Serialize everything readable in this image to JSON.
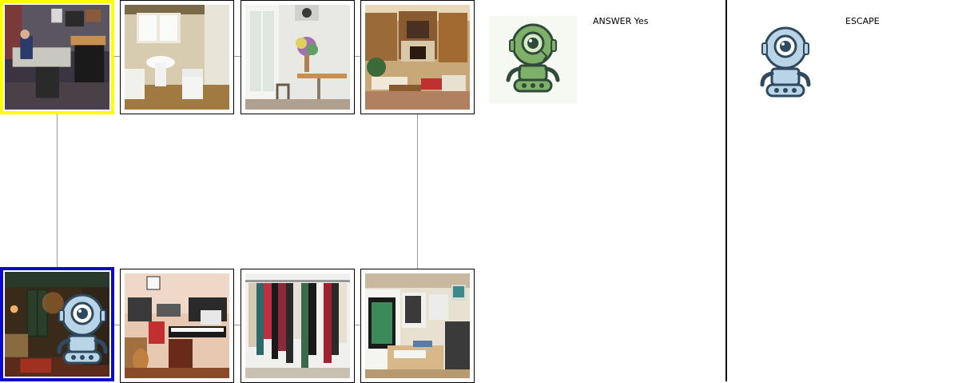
{
  "answer_panel": {
    "prefix": "ANSWER",
    "value": "Yes"
  },
  "escape_panel": {
    "label": "ESCAPE"
  },
  "colors": {
    "current_highlight": "#ffff00",
    "agent_highlight": "#0a0ac8",
    "answer_robot": "#7fb069",
    "escape_robot": "#b8d4e6",
    "robot_outline": "#2f4a5e"
  },
  "grid": {
    "top_row": [
      {
        "scene": "recording-studio",
        "highlight": "current"
      },
      {
        "scene": "bathroom"
      },
      {
        "scene": "hallway-flowers"
      },
      {
        "scene": "living-room"
      }
    ],
    "bottom_row": [
      {
        "scene": "dark-den",
        "highlight": "agent",
        "has_robot": true
      },
      {
        "scene": "music-room"
      },
      {
        "scene": "clothes-closet"
      },
      {
        "scene": "computer-lab"
      }
    ]
  }
}
